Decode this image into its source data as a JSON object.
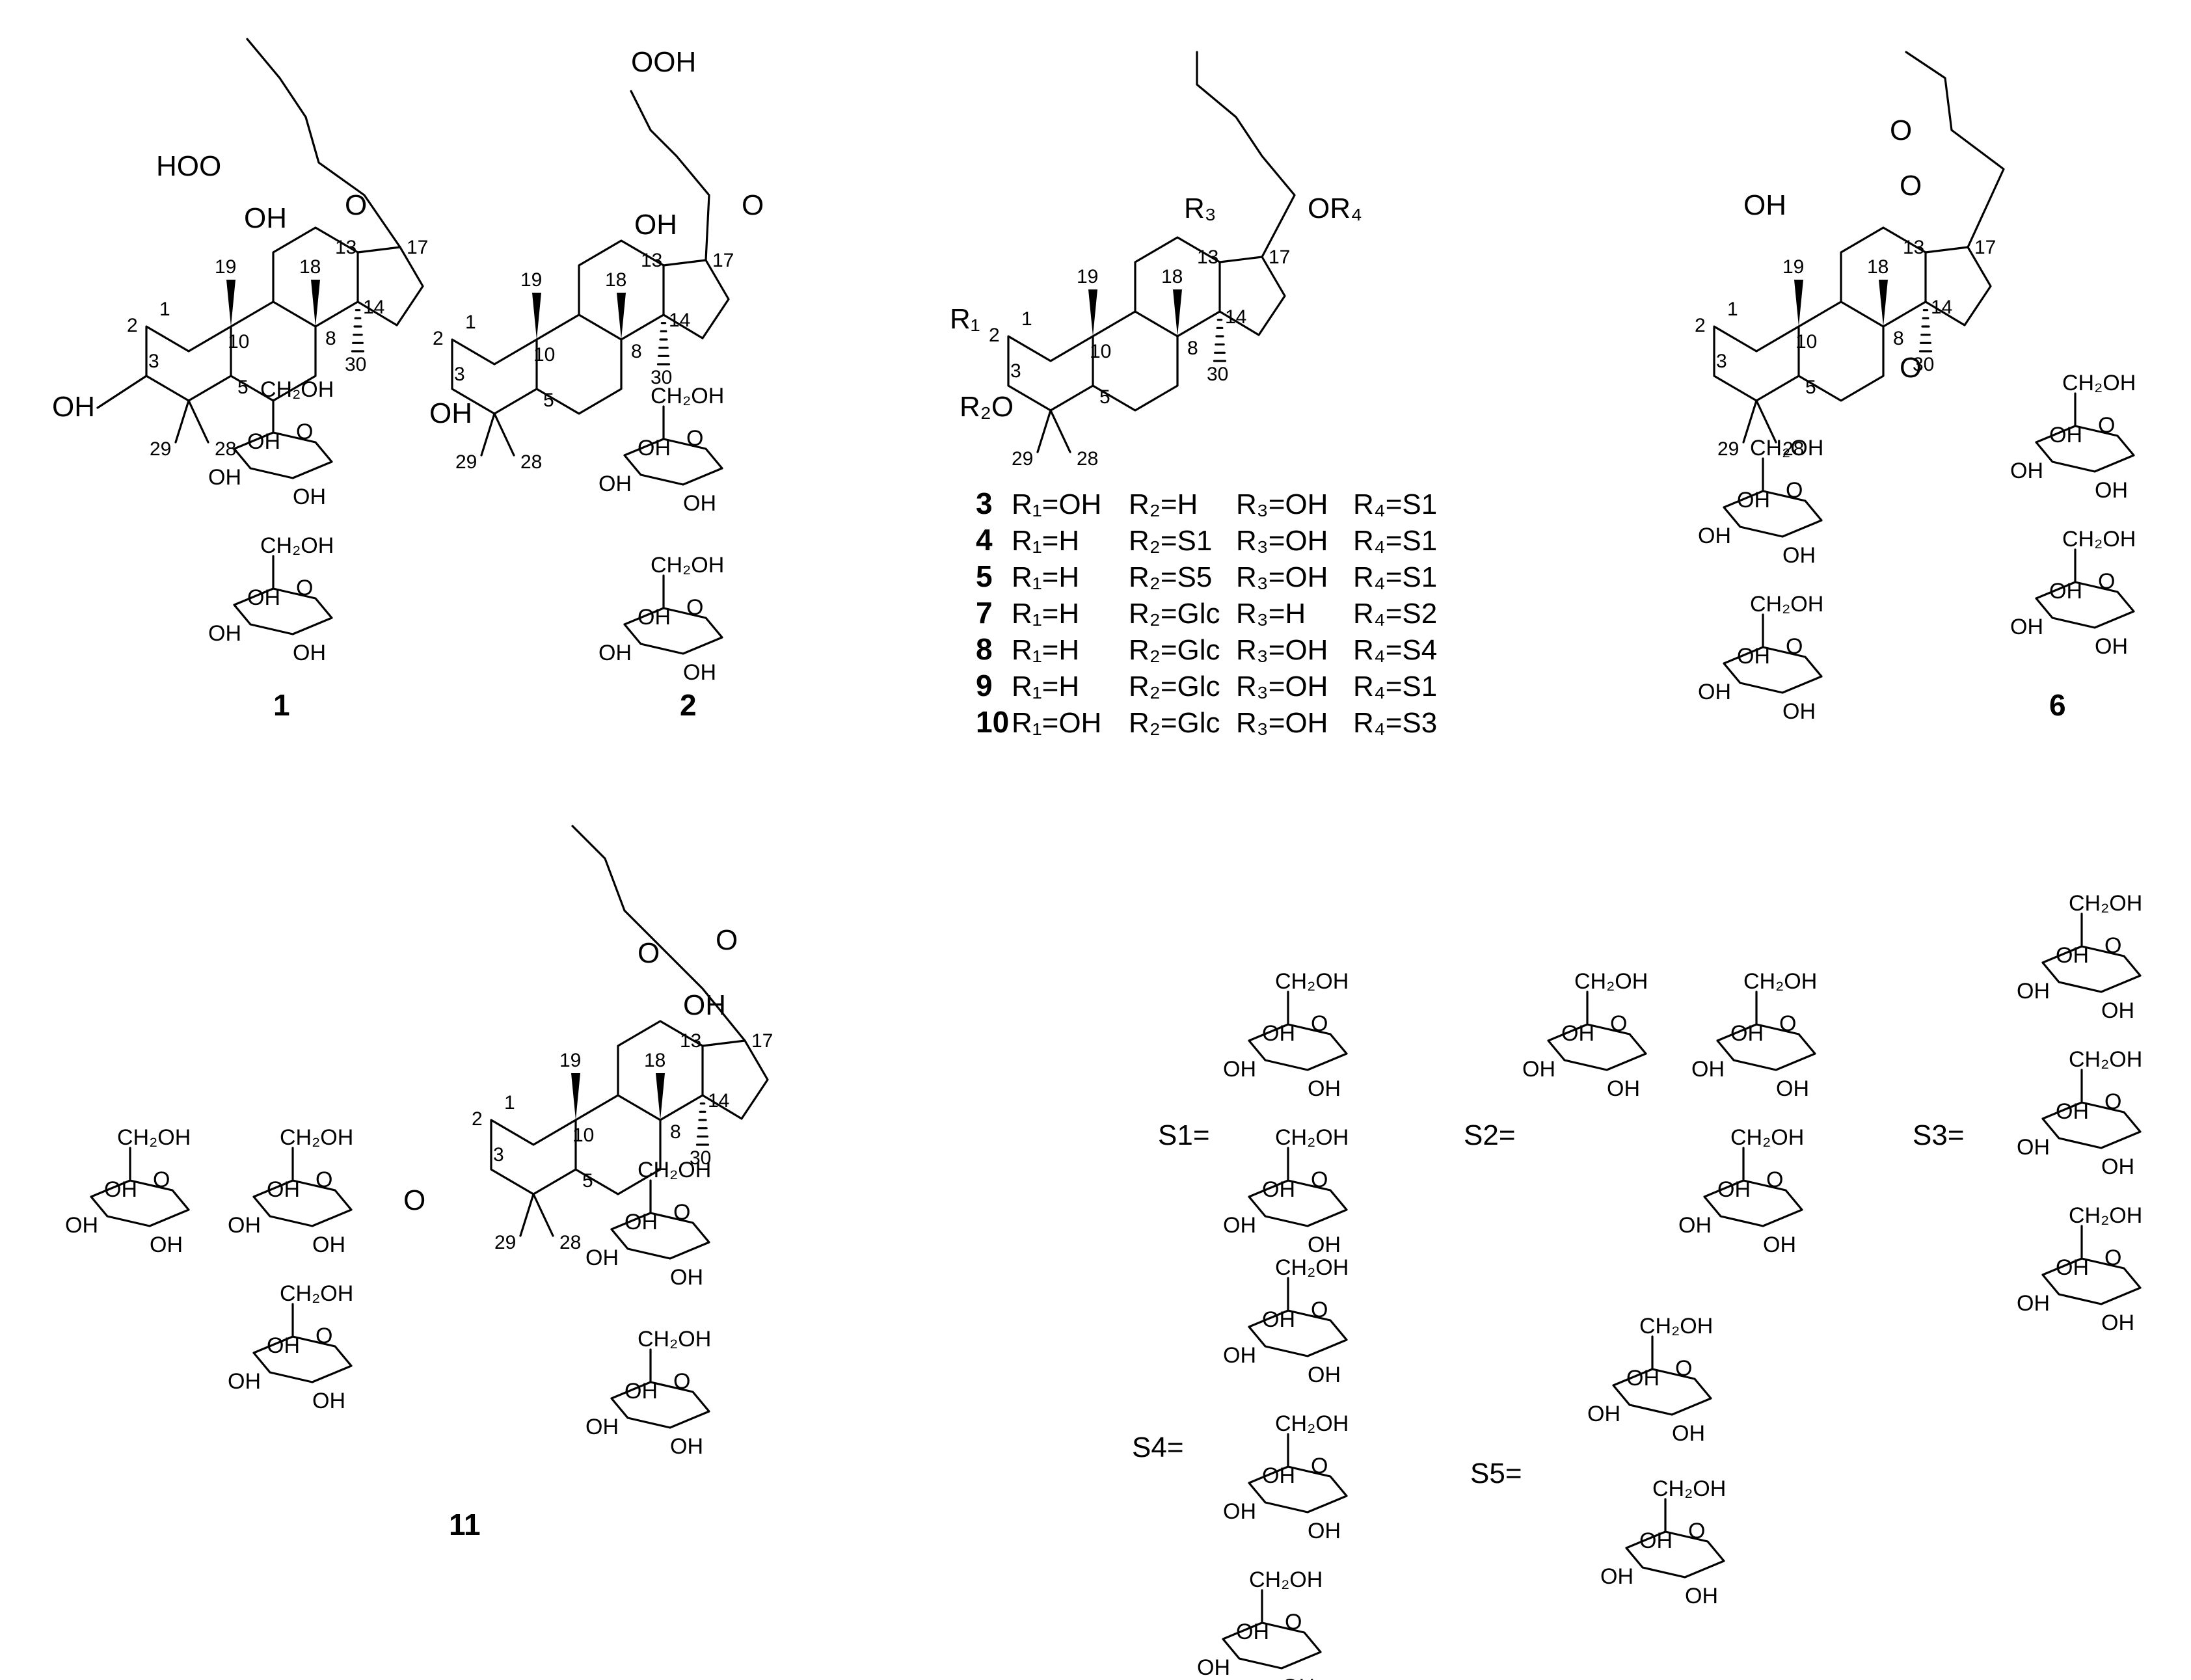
{
  "compound_labels": [
    "1",
    "2",
    "6",
    "11"
  ],
  "substituent_table": {
    "rows": [
      {
        "no": "3",
        "r1": "OH",
        "r2": "H",
        "r3": "OH",
        "r4": "S1"
      },
      {
        "no": "4",
        "r1": "H",
        "r2": "S1",
        "r3": "OH",
        "r4": "S1"
      },
      {
        "no": "5",
        "r1": "H",
        "r2": "S5",
        "r3": "OH",
        "r4": "S1"
      },
      {
        "no": "7",
        "r1": "H",
        "r2": "Glc",
        "r3": "H",
        "r4": "S2"
      },
      {
        "no": "8",
        "r1": "H",
        "r2": "Glc",
        "r3": "OH",
        "r4": "S4"
      },
      {
        "no": "9",
        "r1": "H",
        "r2": "Glc",
        "r3": "OH",
        "r4": "S1"
      },
      {
        "no": "10",
        "r1": "OH",
        "r2": "Glc",
        "r3": "OH",
        "r4": "S3"
      }
    ]
  },
  "sugar_labels": [
    "S1=",
    "S2=",
    "S3=",
    "S4=",
    "S5="
  ],
  "atom_labels": {
    "OH": "OH",
    "CH2OH": "CH₂OH",
    "HOO": "HOO",
    "OOH": "OOH",
    "O": "O",
    "R1": "R₁",
    "R2O": "R₂O",
    "R3": "R₃",
    "OR4": "OR₄"
  }
}
